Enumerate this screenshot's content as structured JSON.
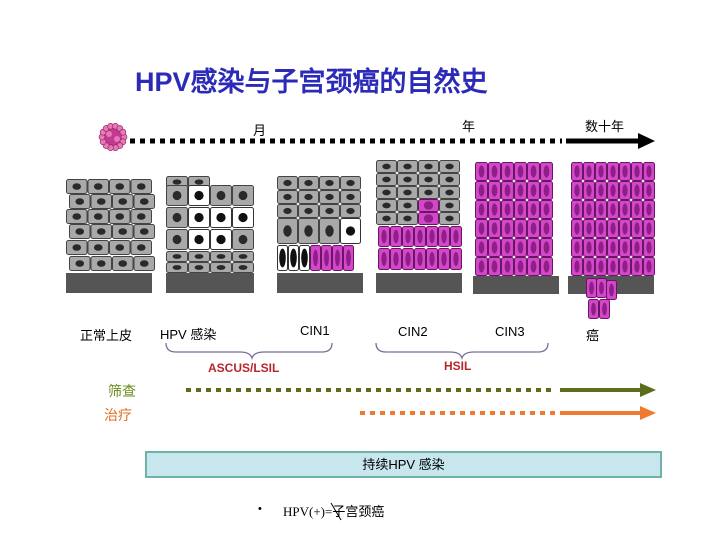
{
  "title": "HPV感染与子宫颈癌的自然史",
  "timeline": {
    "month": "月",
    "year": "年",
    "decades": "数十年"
  },
  "stages": {
    "normal": "正常上皮",
    "hpv_infection": "HPV 感染",
    "cin1": "CIN1",
    "cin2": "CIN2",
    "cin3": "CIN3",
    "cancer": "癌"
  },
  "groups": {
    "ascus_lsil": "ASCUS/LSIL",
    "hsil": "HSIL"
  },
  "screening_label": "筛查",
  "treatment_label": "治疗",
  "persistent_label": "持续HPV 感染",
  "bullet_symbol": "•",
  "note": "HPV(+)=子宫颈癌",
  "colors": {
    "title": "#2b2bb8",
    "normal_cell": "#a9a9a9",
    "abnormal_cell": "#d347c9",
    "basement": "#555555",
    "screening": "#5a6e1c",
    "treatment": "#f07a30",
    "persistent_fill": "#c7e6ee",
    "group_label": "#b8262c"
  }
}
